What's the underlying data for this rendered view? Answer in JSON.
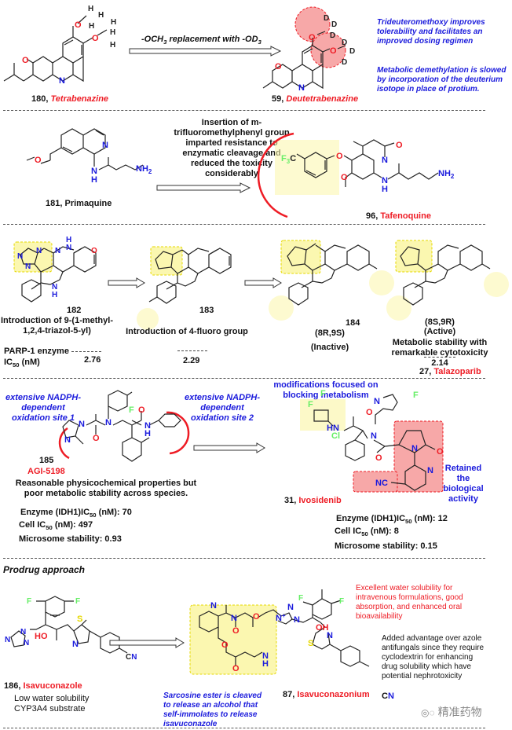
{
  "sections": [
    {
      "id": "tetrabenazine",
      "starting_compound": {
        "number": "180",
        "name": "Tetrabenazine"
      },
      "arrow_label": "-OCH3 replacement with -OD3",
      "arrow_label_parts": {
        "pre": "-OCH",
        "sub1": "3",
        "mid": " replacement with -OD",
        "sub2": "3"
      },
      "product": {
        "number": "59",
        "name": "Deutetrabenazine"
      },
      "notes": [
        "Trideuteromethoxy improves tolerability and facilitates an improved dosing regimen",
        "Metabolic demethylation is slowed by incorporation of the deuterium isotope in place of protium."
      ],
      "atoms": {
        "H": "H",
        "D": "D",
        "O": "O",
        "N": "N"
      }
    },
    {
      "id": "tafenoquine",
      "starting_compound": {
        "number": "181",
        "name": "Primaquine"
      },
      "arrow_label": "Insertion of m-trifluoromethylphenyl group imparted resistance to enzymatic cleavage and reduced the toxicity considerably",
      "arrow_label_lines": [
        "Insertion of m-",
        "trifluoromethylphenyl group",
        "imparted resistance to",
        "enzymatic cleavage and",
        "reduced the toxicity",
        "considerably"
      ],
      "product": {
        "number": "96",
        "name": "Tafenoquine"
      },
      "atoms": {
        "NH2": "NH",
        "NH2_sub": "2",
        "NH": "N",
        "H": "H",
        "F3C": "F",
        "F3C_sub": "3",
        "F3C_tail": "C"
      }
    },
    {
      "id": "talazoparib",
      "compounds": [
        {
          "number": "182",
          "caption_lines": [
            "Introduction of 9-(1-methyl-",
            "1,2,4-triazol-5-yl)"
          ],
          "ic50": "2.76"
        },
        {
          "number": "183",
          "caption_lines": [
            "Introduction of 4-fluoro group"
          ],
          "ic50": "2.29"
        },
        {
          "number": "184",
          "stereo": "(8R,9S)",
          "activity": "(Inactive)"
        },
        {
          "stereo": "(8S,9R)",
          "activity": "(Active)",
          "caption_lines": [
            "Metabolic stability with",
            "remarkable cytotoxicity"
          ],
          "ic50": "2.14",
          "number": "27",
          "name": "Talazoparib"
        }
      ],
      "assay_label_line1": "PARP-1 enzyme",
      "assay_label_line2_pre": "IC",
      "assay_label_line2_sub": "50",
      "assay_label_line2_post": " (nM)"
    },
    {
      "id": "ivosidenib",
      "starting_compound": {
        "number": "185",
        "name": "AGI-5198",
        "site1": [
          "extensive NADPH-",
          "dependent",
          "oxidation site 1"
        ],
        "site2": [
          "extensive NADPH-",
          "dependent",
          "oxidation site 2"
        ],
        "summary_lines": [
          "Reasonable physicochemical properties but",
          "poor metabolic stability across species."
        ],
        "enzyme_ic50": "70",
        "cell_ic50": "497",
        "microsome_stability": "0.93"
      },
      "product": {
        "number": "31",
        "name": "Ivosidenib",
        "top_note": [
          "modifications focused on",
          "blocking metabolism"
        ],
        "side_note": [
          "Retained",
          "the",
          "biological",
          "activity"
        ],
        "enzyme_ic50": "12",
        "cell_ic50": "8",
        "microsome_stability": "0.15"
      },
      "labels": {
        "enzyme": "Enzyme (IDH1)IC",
        "cell": "Cell IC",
        "sub": "50",
        "unit": " (nM): ",
        "microsome": "Microsome stability: "
      }
    },
    {
      "id": "isavuconazonium",
      "title": "Prodrug approach",
      "starting_compound": {
        "number": "186",
        "name": "Isavuconazole",
        "notes": [
          "Low water solubility",
          "CYP3A4 substrate"
        ]
      },
      "cleavage_note": [
        "Sarcosine ester is cleaved",
        "to release an alcohol that",
        "self-immolates to release",
        "isavuconazole"
      ],
      "product": {
        "number": "87",
        "name": "Isavuconazonium",
        "note_red": [
          "Excellent water solubility for",
          "intravenous formulations, good",
          "absorption, and enhanced oral",
          "bioavailability"
        ],
        "note_black": [
          "Added advantage over azole",
          "antifungals since they require",
          "cyclodextrin for enhancing",
          "drug solubility which have",
          "potential nephrotoxicity"
        ]
      }
    }
  ],
  "watermark": "精准药物",
  "colors": {
    "red": "#ee1c25",
    "blue": "#1a1adc",
    "green": "#66ee66",
    "highlight_yellow": "#fbf7b0",
    "highlight_red": "#f7a8a8"
  }
}
